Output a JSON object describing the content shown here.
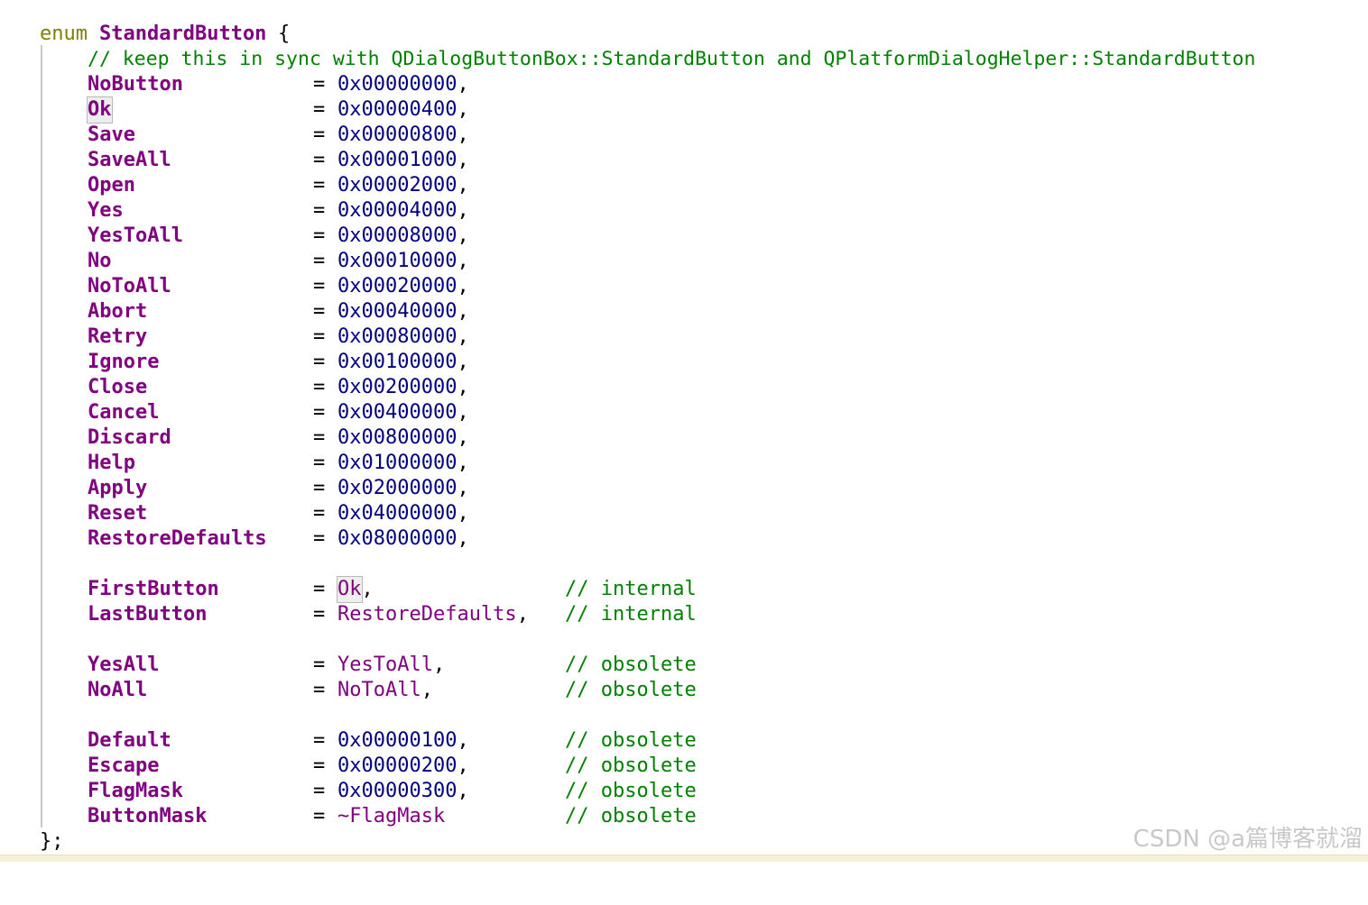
{
  "code": {
    "header": {
      "keyword": "enum",
      "name": "StandardButton",
      "brace": "{"
    },
    "comment": "// keep this in sync with QDialogButtonBox::StandardButton and QPlatformDialogHelper::StandardButton",
    "entries": [
      {
        "name": "NoButton",
        "value": "0x00000000",
        "sep": ","
      },
      {
        "name": "Ok",
        "value": "0x00000400",
        "sep": ","
      },
      {
        "name": "Save",
        "value": "0x00000800",
        "sep": ","
      },
      {
        "name": "SaveAll",
        "value": "0x00001000",
        "sep": ","
      },
      {
        "name": "Open",
        "value": "0x00002000",
        "sep": ","
      },
      {
        "name": "Yes",
        "value": "0x00004000",
        "sep": ","
      },
      {
        "name": "YesToAll",
        "value": "0x00008000",
        "sep": ","
      },
      {
        "name": "No",
        "value": "0x00010000",
        "sep": ","
      },
      {
        "name": "NoToAll",
        "value": "0x00020000",
        "sep": ","
      },
      {
        "name": "Abort",
        "value": "0x00040000",
        "sep": ","
      },
      {
        "name": "Retry",
        "value": "0x00080000",
        "sep": ","
      },
      {
        "name": "Ignore",
        "value": "0x00100000",
        "sep": ","
      },
      {
        "name": "Close",
        "value": "0x00200000",
        "sep": ","
      },
      {
        "name": "Cancel",
        "value": "0x00400000",
        "sep": ","
      },
      {
        "name": "Discard",
        "value": "0x00800000",
        "sep": ","
      },
      {
        "name": "Help",
        "value": "0x01000000",
        "sep": ","
      },
      {
        "name": "Apply",
        "value": "0x02000000",
        "sep": ","
      },
      {
        "name": "Reset",
        "value": "0x04000000",
        "sep": ","
      },
      {
        "name": "RestoreDefaults",
        "value": "0x08000000",
        "sep": ","
      },
      {
        "name": "FirstButton",
        "value": "Ok",
        "sep": ",",
        "comment": "// internal"
      },
      {
        "name": "LastButton",
        "value": "RestoreDefaults",
        "sep": ",",
        "comment": "// internal"
      },
      {
        "name": "YesAll",
        "value": "YesToAll",
        "sep": ",",
        "comment": "// obsolete"
      },
      {
        "name": "NoAll",
        "value": "NoToAll",
        "sep": ",",
        "comment": "// obsolete"
      },
      {
        "name": "Default",
        "value": "0x00000100",
        "sep": ",",
        "comment": "// obsolete"
      },
      {
        "name": "Escape",
        "value": "0x00000200",
        "sep": ",",
        "comment": "// obsolete"
      },
      {
        "name": "FlagMask",
        "value": "0x00000300",
        "sep": ",",
        "comment": "// obsolete"
      },
      {
        "name": "ButtonMask",
        "value": "~FlagMask",
        "sep": "",
        "comment": "// obsolete"
      }
    ],
    "closing": "};",
    "equals": "="
  },
  "watermark": "CSDN @a篇博客就溜",
  "colors": {
    "keyword": "#808000",
    "type": "#800080",
    "comment": "#008000",
    "number": "#000080",
    "highlight_bg": "#eeeeee"
  }
}
